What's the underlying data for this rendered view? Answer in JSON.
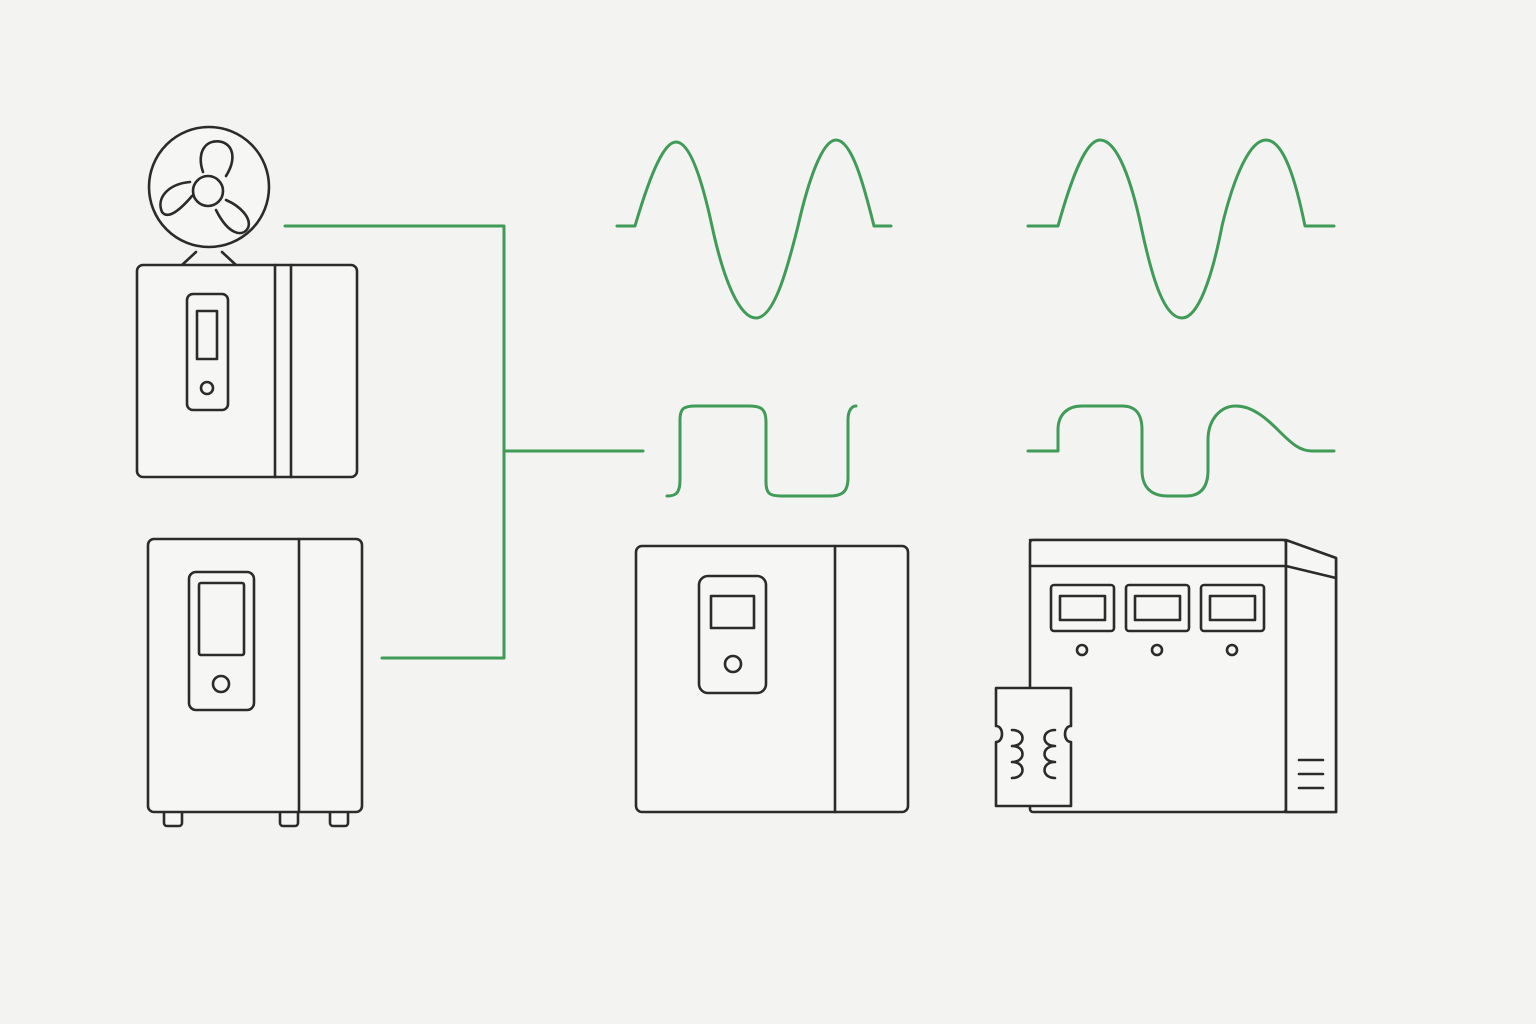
{
  "diagram": {
    "devices": [
      {
        "id": "cooled-inverter",
        "icon": "inverter-with-fan-icon"
      },
      {
        "id": "floor-inverter",
        "icon": "floor-standing-inverter-icon"
      },
      {
        "id": "wall-inverter",
        "icon": "wall-mounted-inverter-icon"
      },
      {
        "id": "transformer-inverter",
        "icon": "transformer-based-inverter-icon"
      }
    ],
    "waveforms": [
      {
        "id": "pure-sine",
        "kind": "sine"
      },
      {
        "id": "sine-clean",
        "kind": "sine"
      },
      {
        "id": "square-wave",
        "kind": "square"
      },
      {
        "id": "modified-sine",
        "kind": "modified-square"
      }
    ],
    "connector": {
      "kind": "bus-line"
    }
  },
  "colors": {
    "background": "#f3f3f2",
    "outline": "#2b2b2b",
    "accent_green": "#3f9b57"
  }
}
